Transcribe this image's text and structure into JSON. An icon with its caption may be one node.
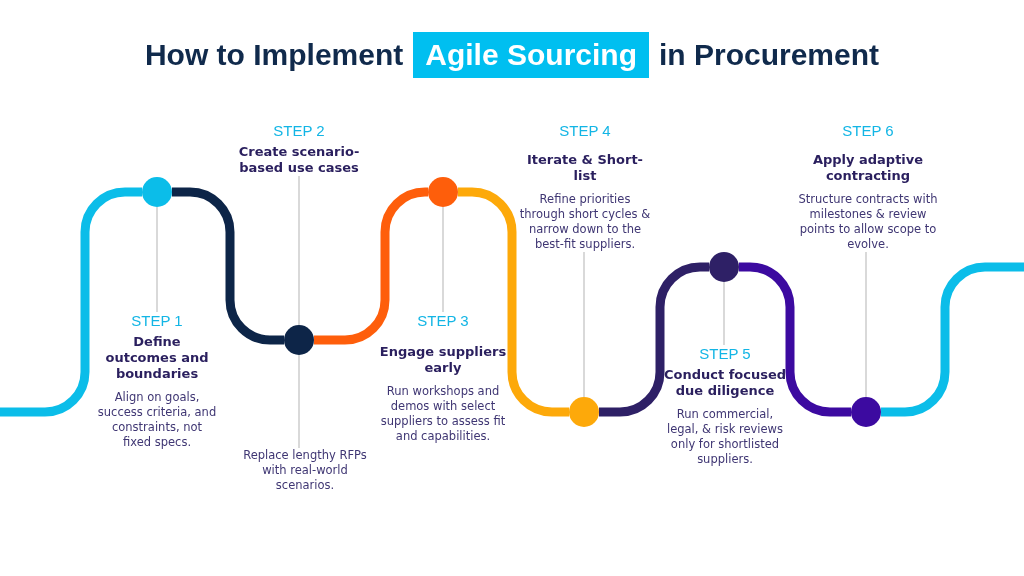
{
  "diagram": {
    "nodes": [
      {
        "text": [
          "Agile Sourcing"
        ]
      },
      {
        "text": [],
        "shape": "circle"
      },
      {
        "text": [],
        "shape": "circle"
      },
      {
        "text": [],
        "shape": "circle"
      },
      {
        "text": [],
        "shape": "circle"
      },
      {
        "text": [],
        "shape": "circle"
      },
      {
        "text": [],
        "shape": "circle"
      },
      {
        "text": [
          "STEP 1",
          "Define outcomes and boundaries",
          "Align on goals, success criteria, and constraints, not fixed specs."
        ]
      },
      {
        "text": [
          "STEP 2",
          "Create scenario-based use cases"
        ]
      },
      {
        "text": [
          "Replace lengthy RFPs with real-world scenarios."
        ]
      },
      {
        "text": [
          "STEP 3",
          "Engage suppliers early",
          "Run workshops and demos with select suppliers to assess fit and capabilities."
        ]
      },
      {
        "text": [
          "STEP 4",
          "Iterate & Short-list",
          "Refine priorities through short cycles & narrow down to the best-fit suppliers."
        ]
      },
      {
        "text": [
          "STEP 5",
          "Conduct focused due diligence",
          "Run commercial, legal, & risk reviews only for shortlisted suppliers."
        ]
      },
      {
        "text": [
          "STEP 6",
          "Apply adaptive contracting",
          "Structure contracts with milestones & review points to allow scope to evolve."
        ]
      }
    ],
    "edges": [
      {
        "from": null,
        "to": 1,
        "arrow": "none",
        "style": "thick",
        "color": "#0bbde9"
      },
      {
        "from": 1,
        "to": 2,
        "arrow": "none",
        "style": "thick",
        "color": "#0d2548"
      },
      {
        "from": 2,
        "to": 3,
        "arrow": "none",
        "style": "thick",
        "color": "#fe5e0b"
      },
      {
        "from": 3,
        "to": 4,
        "arrow": "none",
        "style": "thick",
        "color": "#fda90a"
      },
      {
        "from": 4,
        "to": 5,
        "arrow": "none",
        "style": "thick",
        "color": "#2e2066"
      },
      {
        "from": 5,
        "to": 6,
        "arrow": "none",
        "style": "thick",
        "color": "#3c0aa0"
      },
      {
        "from": 6,
        "to": null,
        "arrow": "none",
        "style": "thick",
        "color": "#0bbde9"
      },
      {
        "from": 1,
        "to": 7,
        "arrow": "none",
        "color": "#cccccc"
      },
      {
        "from": 8,
        "to": 2,
        "arrow": "none",
        "color": "#cccccc"
      },
      {
        "from": 2,
        "to": 9,
        "arrow": "none",
        "color": "#cccccc"
      },
      {
        "from": 3,
        "to": 10,
        "arrow": "none",
        "color": "#cccccc"
      },
      {
        "from": 11,
        "to": 4,
        "arrow": "none",
        "color": "#cccccc"
      },
      {
        "from": 5,
        "to": 12,
        "arrow": "none",
        "color": "#cccccc"
      },
      {
        "from": 13,
        "to": 6,
        "arrow": "none",
        "color": "#cccccc"
      }
    ],
    "labels": [
      "How to Implement",
      "in Procurement"
    ]
  }
}
